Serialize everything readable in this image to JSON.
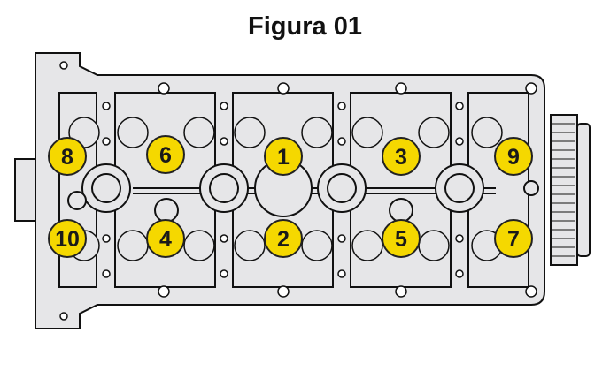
{
  "title": "Figura 01",
  "colors": {
    "plate": "#e6e6e8",
    "outline": "#111111",
    "bolt": "#f5d800"
  },
  "bolts": [
    {
      "label": "8"
    },
    {
      "label": "6"
    },
    {
      "label": "1"
    },
    {
      "label": "3"
    },
    {
      "label": "9"
    },
    {
      "label": "10"
    },
    {
      "label": "4"
    },
    {
      "label": "2"
    },
    {
      "label": "5"
    },
    {
      "label": "7"
    }
  ]
}
